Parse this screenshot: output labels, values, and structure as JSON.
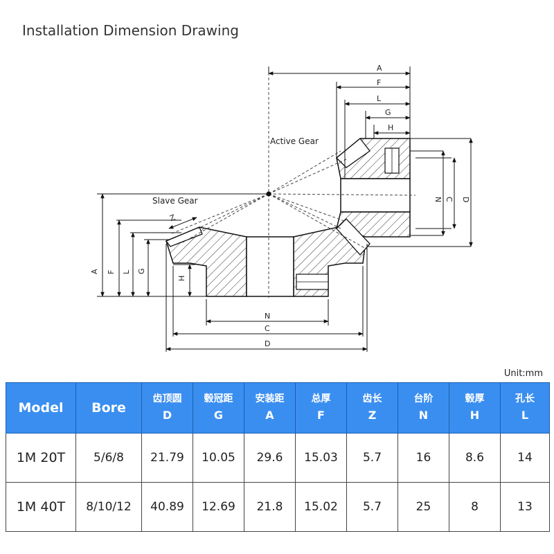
{
  "title": "Installation Dimension Drawing",
  "drawing": {
    "active_gear_label": "Active Gear",
    "slave_gear_label": "Slave Gear",
    "top_dims": [
      "A",
      "F",
      "L",
      "G",
      "H"
    ],
    "right_dims": [
      "N",
      "C",
      "D"
    ],
    "left_dims": [
      "A",
      "F",
      "L",
      "G",
      "H"
    ],
    "bottom_dims": [
      "N",
      "C",
      "D"
    ],
    "z_label": "Z"
  },
  "unit_label": "Unit:mm",
  "table": {
    "headers": [
      {
        "zh": "",
        "en": "Model"
      },
      {
        "zh": "",
        "en": "Bore"
      },
      {
        "zh": "齿顶圆",
        "en": "D"
      },
      {
        "zh": "毂冠距",
        "en": "G"
      },
      {
        "zh": "安装距",
        "en": "A"
      },
      {
        "zh": "总厚",
        "en": "F"
      },
      {
        "zh": "齿长",
        "en": "Z"
      },
      {
        "zh": "台阶",
        "en": "N"
      },
      {
        "zh": "毂厚",
        "en": "H"
      },
      {
        "zh": "孔长",
        "en": "L"
      }
    ],
    "rows": [
      [
        "1M 20T",
        "5/6/8",
        "21.79",
        "10.05",
        "29.6",
        "15.03",
        "5.7",
        "16",
        "8.6",
        "14"
      ],
      [
        "1M 40T",
        "8/10/12",
        "40.89",
        "12.69",
        "21.8",
        "15.02",
        "5.7",
        "25",
        "8",
        "13"
      ]
    ]
  },
  "colors": {
    "header_bg": "#3a8ef0",
    "header_text": "#ffffff",
    "line": "#111111"
  }
}
